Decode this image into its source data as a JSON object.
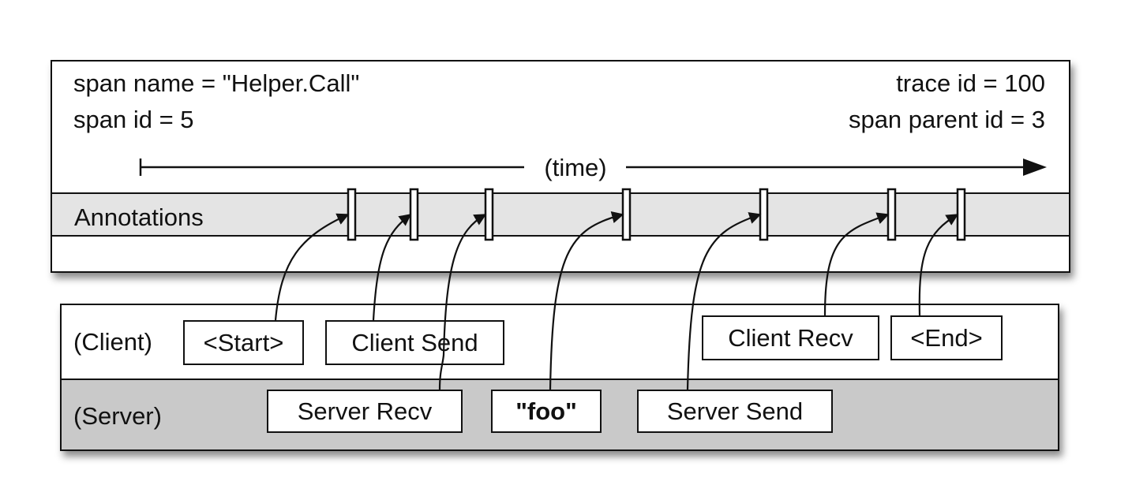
{
  "span": {
    "name_line": "span name = \"Helper.Call\"",
    "id_line": "span id = 5",
    "trace_line": "trace id = 100",
    "parent_line": "span parent id = 3",
    "time_label": "(time)",
    "annotations_label": "Annotations"
  },
  "rows": {
    "client_label": "(Client)",
    "server_label": "(Server)"
  },
  "events": {
    "start": "<Start>",
    "client_send": "Client Send",
    "server_recv": "Server Recv",
    "foo": "\"foo\"",
    "server_send": "Server Send",
    "client_recv": "Client Recv",
    "end": "<End>"
  },
  "colors": {
    "annotation_band": "#e4e4e4",
    "server_band": "#c9c9c9",
    "stroke": "#111111"
  }
}
